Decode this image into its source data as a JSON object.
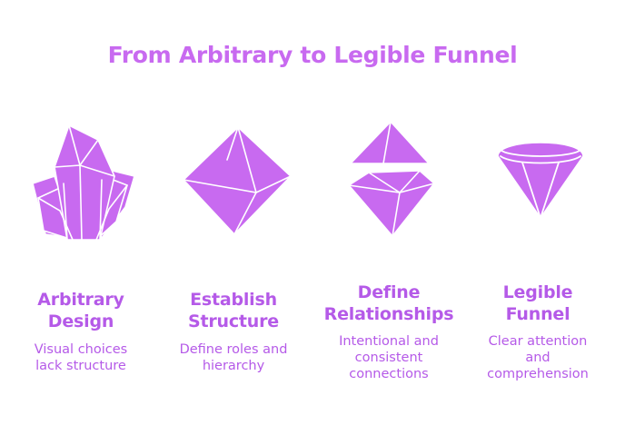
{
  "title": "From Arbitrary to Legible Funnel",
  "colors": {
    "accent": "#c86af0",
    "text": "#b55ae8",
    "facet": "#ffffff"
  },
  "steps": [
    {
      "icon": "crystal-cluster-icon",
      "heading": "Arbitrary\nDesign",
      "description": "Visual choices\nlack structure"
    },
    {
      "icon": "octahedron-gem-icon",
      "heading": "Establish\nStructure",
      "description": "Define roles and\nhierarchy"
    },
    {
      "icon": "split-gem-icon",
      "heading": "Define\nRelationships",
      "description": "Intentional and\nconsistent\nconnections"
    },
    {
      "icon": "cut-diamond-icon",
      "heading": "Legible\nFunnel",
      "description": "Clear attention\nand\ncomprehension"
    }
  ]
}
